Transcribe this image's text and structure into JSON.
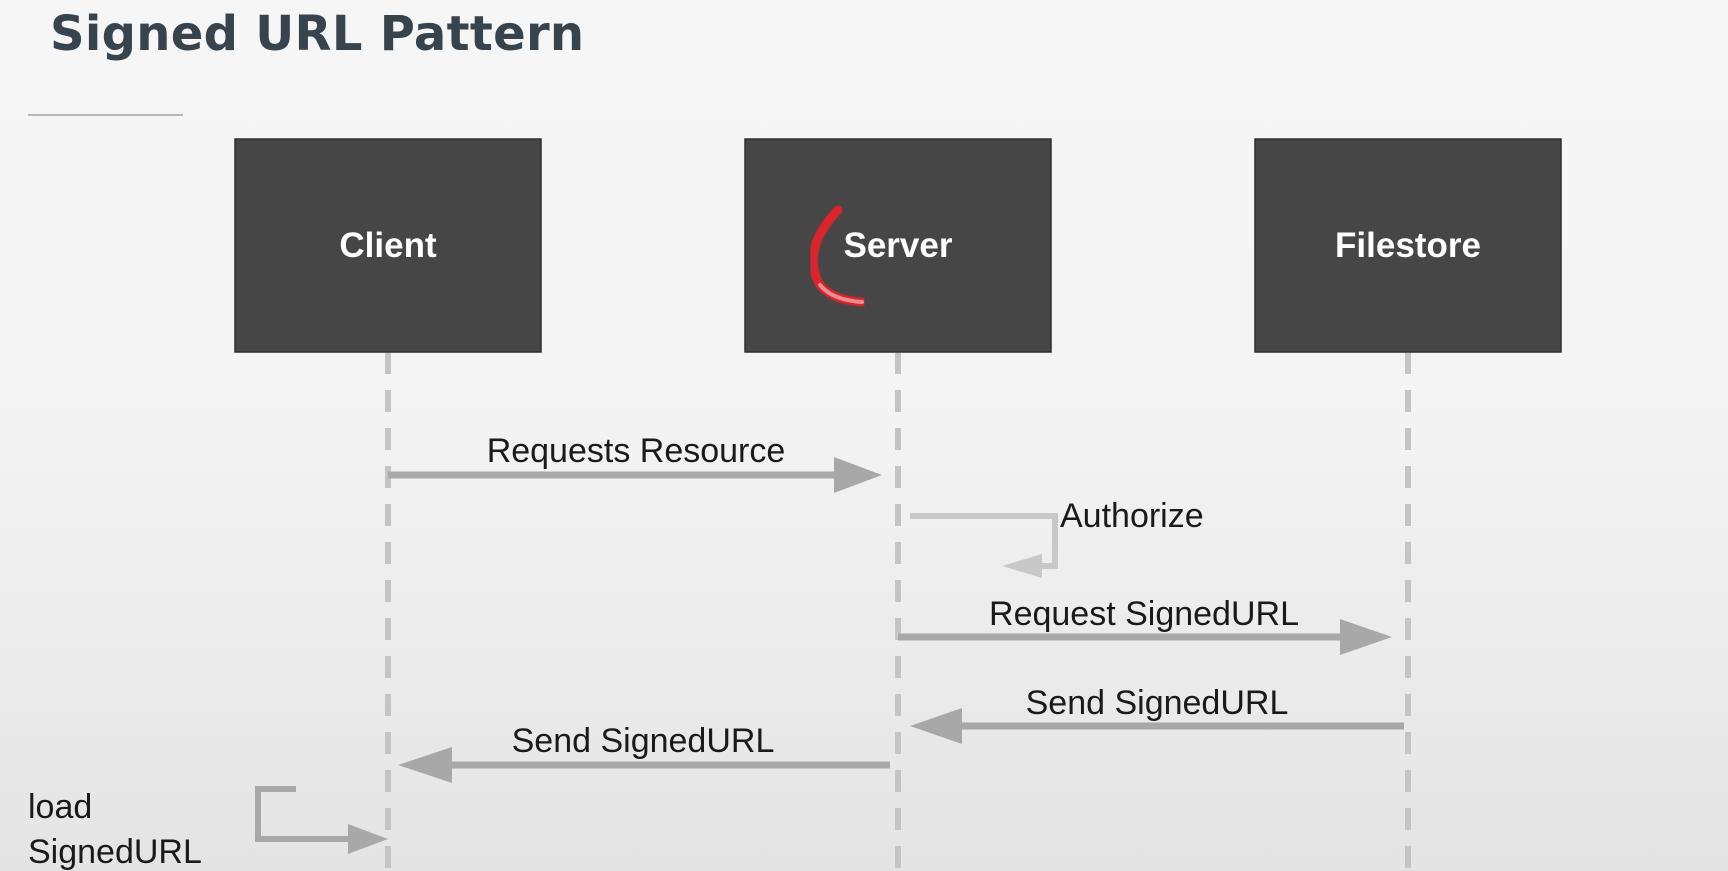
{
  "title": "Signed URL Pattern",
  "colors": {
    "box_fill": "#464646",
    "lifeline": "#c4c4c4",
    "arrow": "#a8a8a8",
    "label_text": "#1a1a1a",
    "title_text": "#37434d"
  },
  "participants": [
    {
      "id": "client",
      "label": "Client"
    },
    {
      "id": "server",
      "label": "Server"
    },
    {
      "id": "filestore",
      "label": "Filestore"
    }
  ],
  "messages": [
    {
      "label": "Requests Resource",
      "from": "client",
      "to": "server"
    },
    {
      "label": "Authorize",
      "from": "server",
      "to": "server"
    },
    {
      "label": "Request SignedURL",
      "from": "server",
      "to": "filestore"
    },
    {
      "label": "Send SignedURL",
      "from": "filestore",
      "to": "server"
    },
    {
      "label": "Send SignedURL",
      "from": "server",
      "to": "client"
    },
    {
      "label_lines": [
        "load",
        "SignedURL"
      ],
      "from": "client",
      "to": "client"
    }
  ]
}
